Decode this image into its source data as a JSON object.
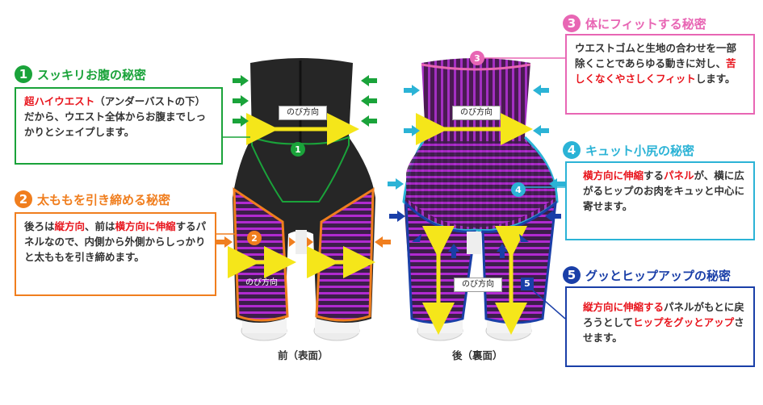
{
  "sections": {
    "s1": {
      "number": "1",
      "title": "スッキリお腹の秘密",
      "color": "#1aa33a",
      "body": [
        {
          "t": "超ハイウエスト",
          "red": true
        },
        {
          "t": "（アンダーバストの下）だから、ウエスト全体からお腹までしっかりとシェイプします。",
          "red": false
        }
      ]
    },
    "s2": {
      "number": "2",
      "title": "太ももを引き締める秘密",
      "color": "#f07e1e",
      "body": [
        {
          "t": "後ろは",
          "red": false
        },
        {
          "t": "縦方向",
          "red": true
        },
        {
          "t": "、前は",
          "red": false
        },
        {
          "t": "横方向に伸縮",
          "red": true
        },
        {
          "t": "するパネルなので、内側から外側からしっかりと太ももを引き締めます。",
          "red": false
        }
      ]
    },
    "s3": {
      "number": "3",
      "title": "体にフィットする秘密",
      "color": "#e866b4",
      "body": [
        {
          "t": "ウエストゴムと生地の合わせを一部除くことであらゆる動きに対し、",
          "red": false
        },
        {
          "t": "苦しくなくやさしくフィット",
          "red": true
        },
        {
          "t": "します。",
          "red": false
        }
      ]
    },
    "s4": {
      "number": "4",
      "title": "キュット小尻の秘密",
      "color": "#2bb3d6",
      "body": [
        {
          "t": "横方向に伸縮",
          "red": true
        },
        {
          "t": "する",
          "red": false
        },
        {
          "t": "パネル",
          "red": true
        },
        {
          "t": "が、横に広がるヒップのお肉をキュッと中心に寄せます。",
          "red": false
        }
      ]
    },
    "s5": {
      "number": "5",
      "title": "グッとヒップアップの秘密",
      "color": "#1a3fa8",
      "body": [
        {
          "t": "縦方向に伸縮する",
          "red": true
        },
        {
          "t": "パネルがもとに戻ろうとして",
          "red": false
        },
        {
          "t": "ヒップをグッとアップ",
          "red": true
        },
        {
          "t": "させます。",
          "red": false
        }
      ]
    }
  },
  "labels": {
    "stretch_direction": "のび方向",
    "front_caption": "前（表面）",
    "back_caption": "後（裏面）"
  },
  "markers": {
    "m1": "1",
    "m2": "2",
    "m3": "3",
    "m4": "4",
    "m5": "5"
  }
}
